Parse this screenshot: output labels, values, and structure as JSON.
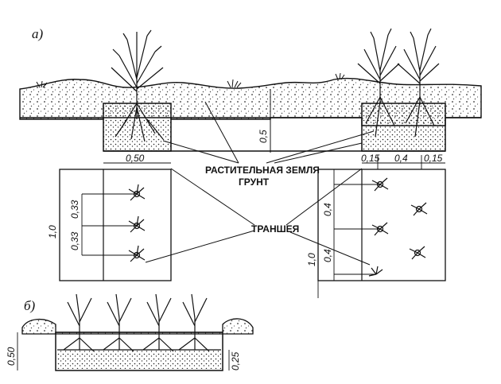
{
  "panels": {
    "a": "а)",
    "b": "б)"
  },
  "labels": {
    "soil_top": "РАСТИТЕЛЬНАЯ ЗЕМЛЯ",
    "soil_bottom": "ГРУНТ",
    "trench": "ТРАНШЕЯ"
  },
  "dimensions": {
    "a_depth": "0,5",
    "a_left_width": "0,50",
    "a_right_w1": "0,15",
    "a_right_w2": "0,4",
    "a_right_w3": "0,15",
    "a_left_height": "1,0",
    "a_left_step1": "0,33",
    "a_left_step2": "0,33",
    "a_right_height": "1,0",
    "a_right_step1": "0,4",
    "a_right_step2": "0,4",
    "b_depth": "0,50",
    "b_bottom": "0,25"
  },
  "colors": {
    "ink": "#111111",
    "paper": "#ffffff"
  }
}
